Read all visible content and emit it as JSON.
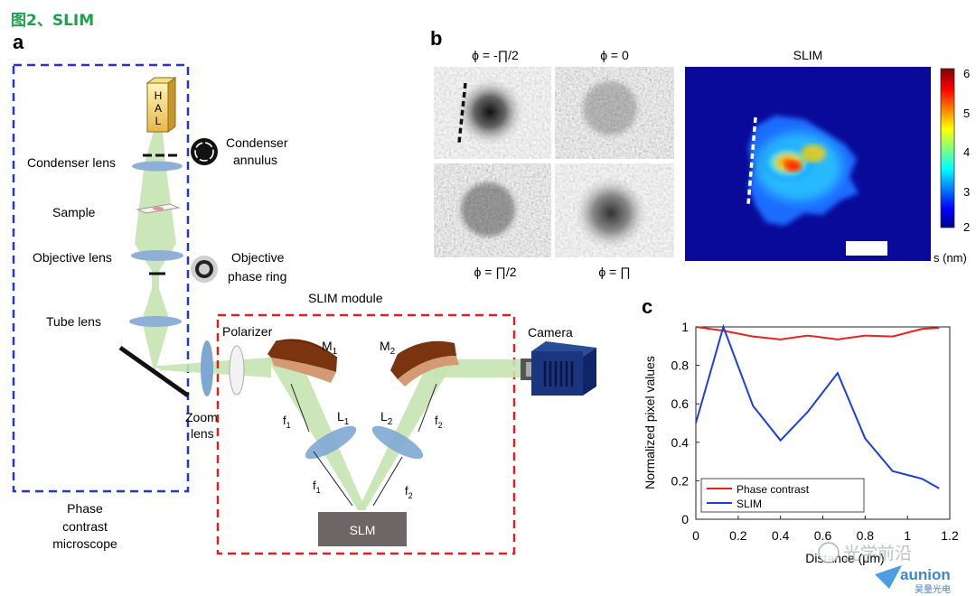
{
  "figure_title": "图2、SLIM",
  "panel_a": {
    "letter": "a",
    "hal": [
      "H",
      "A",
      "L"
    ],
    "condenser_annulus": [
      "Condenser",
      "annulus"
    ],
    "condenser_lens": "Condenser lens",
    "sample": "Sample",
    "objective_lens": "Objective lens",
    "objective_phase_ring": [
      "Objective",
      "phase ring"
    ],
    "tube_lens": "Tube lens",
    "zoom_lens": [
      "Zoom",
      "lens"
    ],
    "microscope_caption": [
      "Phase",
      "contrast",
      "microscope"
    ],
    "slim_module": "SLIM  module",
    "polarizer": "Polarizer",
    "m1": "M",
    "m1_sub": "1",
    "m2": "M",
    "m2_sub": "2",
    "camera": "Camera",
    "l1": "L",
    "l1_sub": "1",
    "l2": "L",
    "l2_sub": "2",
    "f1_upper": "f",
    "f1_upper_sub": "1",
    "f1_lower": "f",
    "f1_lower_sub": "1",
    "f2_upper": "f",
    "f2_upper_sub": "2",
    "f2_lower": "f",
    "f2_lower_sub": "2",
    "slm": "SLM"
  },
  "panel_b": {
    "letter": "b",
    "phase_labels": [
      "ϕ = -∏/2",
      "ϕ = 0",
      "ϕ = ∏/2",
      "ϕ = ∏"
    ],
    "slim_title": "SLIM",
    "colorbar_ticks": [
      "6",
      "5",
      "4",
      "3",
      "2"
    ],
    "colorbar_unit": "s (nm)"
  },
  "chart_data": {
    "type": "line",
    "title": "",
    "xlabel": "Distance (μm)",
    "ylabel": "Normalized pixel values",
    "xlim": [
      0,
      1.2
    ],
    "ylim": [
      0,
      1
    ],
    "xticks": [
      "0",
      "0.2",
      "0.4",
      "0.6",
      "0.8",
      "1",
      "1.2"
    ],
    "yticks": [
      "0",
      "0.2",
      "0.4",
      "0.6",
      "0.8",
      "1"
    ],
    "legend_position": "bottom-left",
    "grid": false,
    "series": [
      {
        "name": "Phase contrast",
        "color": "#e8231f",
        "x": [
          0,
          0.13,
          0.27,
          0.4,
          0.53,
          0.67,
          0.8,
          0.93,
          1.07,
          1.15
        ],
        "y": [
          1.0,
          0.98,
          0.95,
          0.935,
          0.955,
          0.935,
          0.955,
          0.95,
          0.99,
          0.995
        ]
      },
      {
        "name": "SLIM",
        "color": "#1c3fe0",
        "x": [
          0,
          0.13,
          0.27,
          0.4,
          0.53,
          0.67,
          0.8,
          0.93,
          1.07,
          1.15
        ],
        "y": [
          0.5,
          1.0,
          0.59,
          0.41,
          0.56,
          0.76,
          0.42,
          0.25,
          0.21,
          0.16
        ]
      }
    ]
  },
  "panel_c": {
    "letter": "c"
  },
  "watermark": {
    "wechat_text": "光学前沿",
    "brand": "aunion",
    "brand_sub": "昊量光电"
  }
}
